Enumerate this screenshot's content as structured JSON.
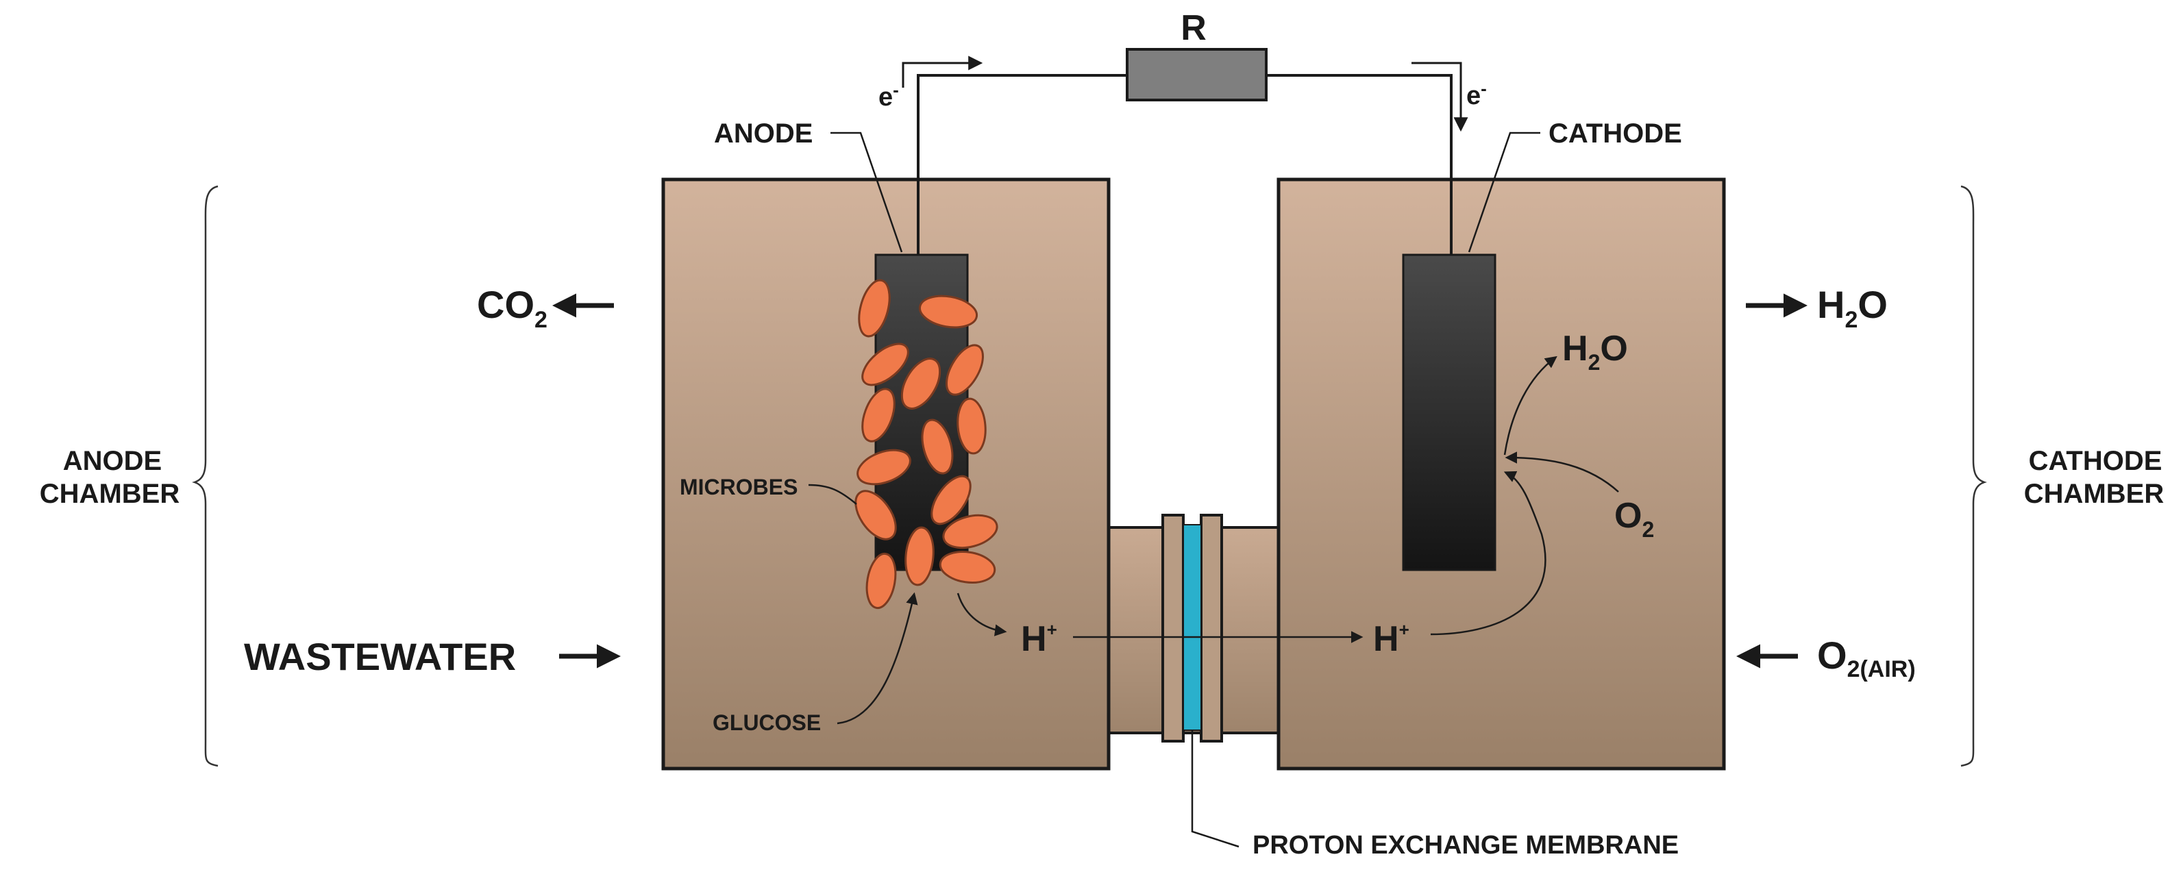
{
  "labels": {
    "resistor": "R",
    "electron": "e",
    "electron_sup": "-",
    "anode": "ANODE",
    "cathode": "CATHODE",
    "microbes": "MICROBES",
    "glucose": "GLUCOSE",
    "anode_chamber_line1": "ANODE",
    "anode_chamber_line2": "CHAMBER",
    "cathode_chamber_line1": "CATHODE",
    "cathode_chamber_line2": "CHAMBER",
    "wastewater": "WASTEWATER",
    "membrane": "PROTON EXCHANGE MEMBRANE"
  },
  "chemicals": {
    "co2_base": "CO",
    "co2_sub": "2",
    "h2o_out_base": "H",
    "h2o_out_sub": "2",
    "h2o_out_tail": "O",
    "h2o_in_base": "H",
    "h2o_in_sub": "2",
    "h2o_in_tail": "O",
    "o2_base": "O",
    "o2_sub": "2",
    "o2air_base": "O",
    "o2air_sub": "2(AIR)",
    "hplus_base": "H",
    "hplus_sup": "+"
  },
  "colors": {
    "chamber_top": "#d2b39c",
    "chamber_bottom": "#9a8068",
    "electrode_top": "#4a4a4a",
    "electrode_bottom": "#141414",
    "microbe": "#f07a4a",
    "membrane": "#2ab0cc",
    "resistor": "#7f7f7f"
  }
}
